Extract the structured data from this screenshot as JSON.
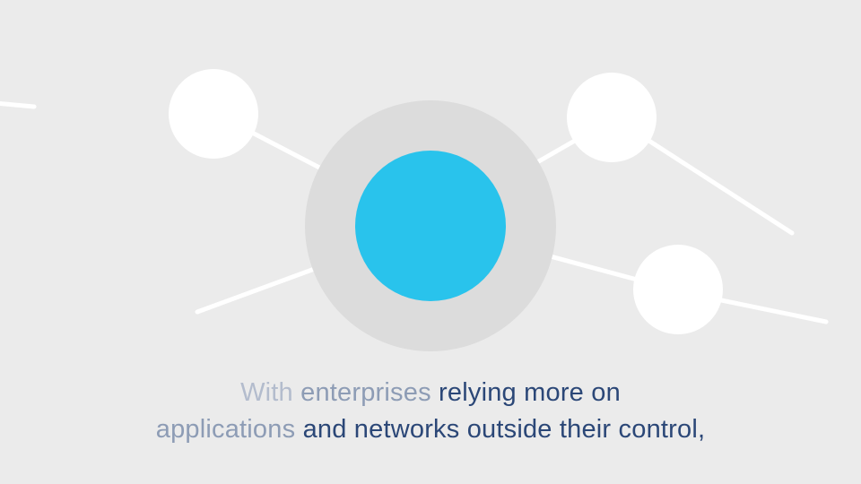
{
  "caption": {
    "line1": [
      {
        "text": "With ",
        "color": "#b3bccd"
      },
      {
        "text": "enterprises ",
        "color": "#8d9cb5"
      },
      {
        "text": "relying more on",
        "color": "#2b4777"
      }
    ],
    "line2": [
      {
        "text": "applications ",
        "color": "#8d9cb5"
      },
      {
        "text": "and networks outside their control,",
        "color": "#2b4777"
      }
    ]
  },
  "colors": {
    "background": "#ebebeb",
    "hub": "#29c3ec",
    "halo": "#dcdcdc",
    "node": "#ffffff",
    "link": "#ffffff"
  }
}
